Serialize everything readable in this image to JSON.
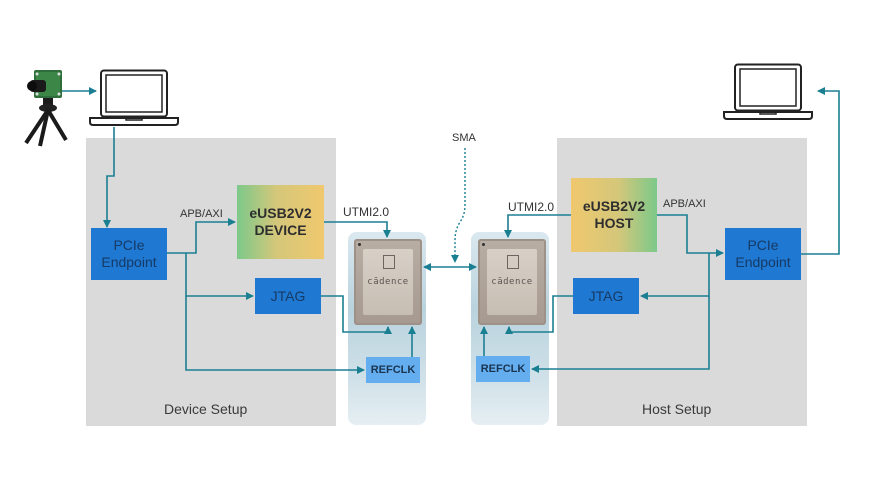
{
  "diagram": {
    "sma_label": "SMA",
    "device_side": {
      "setup_label": "Device Setup",
      "pcie_line1": "PCIe",
      "pcie_line2": "Endpoint",
      "bus_label": "APB/AXI",
      "ip_line1": "eUSB2V2",
      "ip_line2": "DEVICE",
      "utmi_label": "UTMI2.0",
      "jtag_label": "JTAG",
      "refclk_label": "REFCLK",
      "chip_brand": "cādence"
    },
    "host_side": {
      "setup_label": "Host Setup",
      "pcie_line1": "PCIe",
      "pcie_line2": "Endpoint",
      "bus_label": "APB/AXI",
      "ip_line1": "eUSB2V2",
      "ip_line2": "HOST",
      "utmi_label": "UTMI2.0",
      "jtag_label": "JTAG",
      "refclk_label": "REFCLK",
      "chip_brand": "cādence"
    },
    "icons": [
      "camera-on-tripod-icon",
      "laptop-icon",
      "laptop-icon"
    ],
    "colors": {
      "wire": "#1b7f92",
      "panel": "#dadada",
      "pcie_block": "#1f78d1",
      "refclk_block": "#64aef0"
    }
  }
}
